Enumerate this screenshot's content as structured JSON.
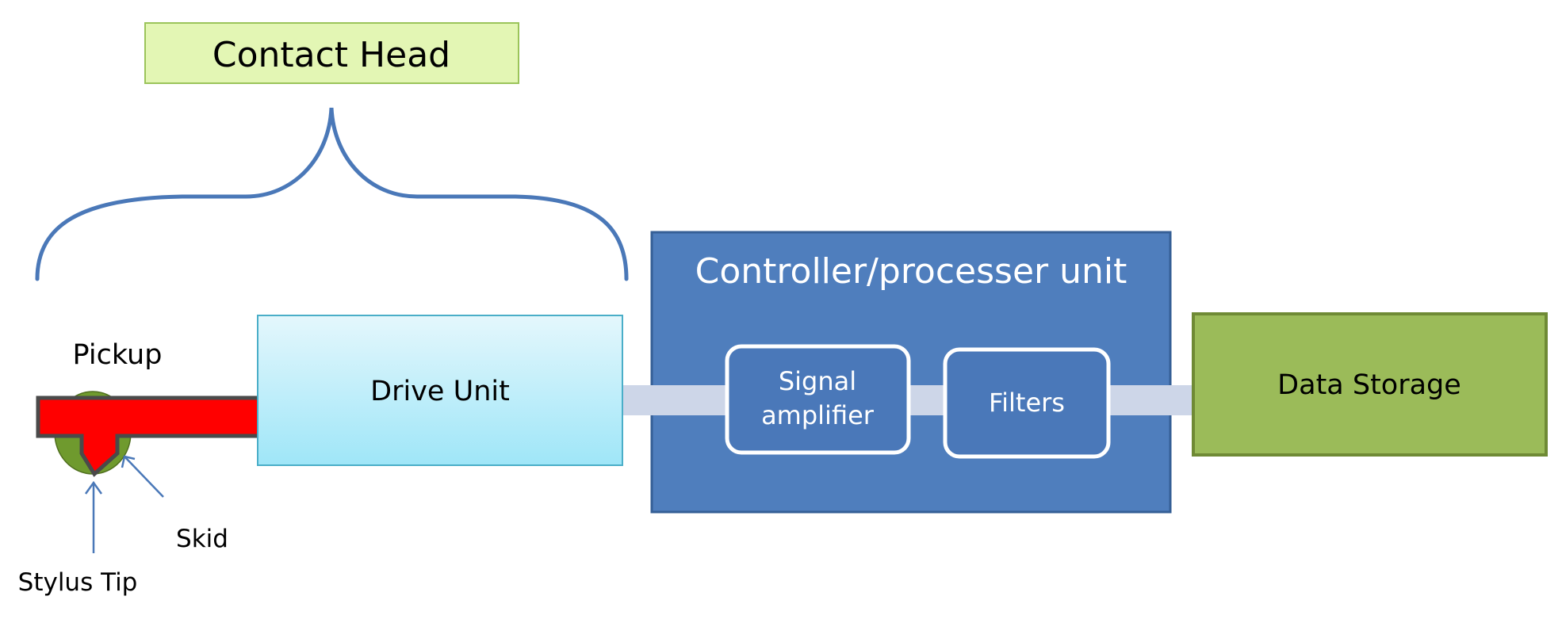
{
  "labels": {
    "contact_head": "Contact Head",
    "pickup": "Pickup",
    "drive_unit": "Drive Unit",
    "controller": "Controller/processer unit",
    "signal_amplifier_line1": "Signal",
    "signal_amplifier_line2": "amplifier",
    "filters": "Filters",
    "data_storage": "Data Storage",
    "skid": "Skid",
    "stylus_tip": "Stylus Tip"
  },
  "colors": {
    "contact_head_fill": "#e3f6b4",
    "contact_head_border": "#9bc45a",
    "brace": "#4a78b8",
    "pickup_arm": "#ff0000",
    "pickup_outline": "#4a4a4a",
    "skid": "#6f9a2e",
    "drive_unit_top": "#e4f7fc",
    "drive_unit_bottom": "#9fe6f8",
    "drive_unit_border": "#4aaec8",
    "controller_fill": "#4f7ebd",
    "controller_border": "#355f96",
    "flow_arrow": "#cdd6e8",
    "inner_box_fill": "#4a78b9",
    "inner_box_border": "#ffffff",
    "data_storage_fill": "#9bbb59",
    "data_storage_border": "#6f8a35",
    "pointer_arrow": "#4a78b8"
  }
}
